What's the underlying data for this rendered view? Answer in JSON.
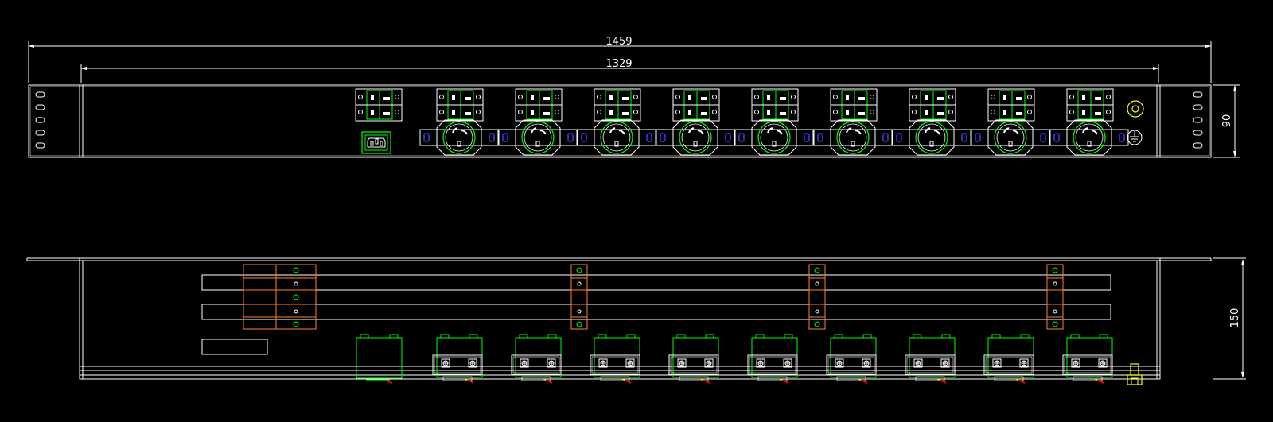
{
  "drawing": {
    "dimensions": {
      "overall_width": "1459",
      "inner_width": "1329",
      "front_height": "90",
      "side_depth": "150"
    },
    "front_view": {
      "outlet_count": 9,
      "inlet_count": 1
    },
    "top_view": {
      "module_count": 9,
      "bracket_count": 4
    },
    "colors": {
      "outline": "#ffffff",
      "component": "#00ff00",
      "bracket": "#ff7f27",
      "fastener": "#4040ff",
      "ground": "#ffff00",
      "lead": "#ff0000"
    },
    "icons": [
      "ground-symbol-icon",
      "ground-terminal-icon",
      "power-inlet-icon"
    ]
  }
}
